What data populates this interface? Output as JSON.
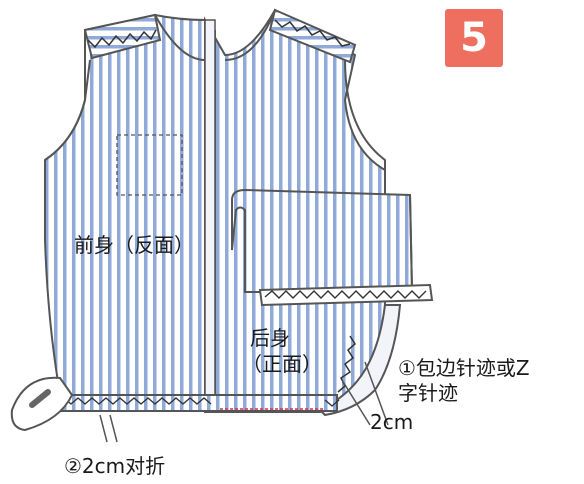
{
  "step": {
    "number": "5",
    "badge_color": "#ee6f60"
  },
  "labels": {
    "front_body": "前身（反面）",
    "back_body_line1": "后身",
    "back_body_line2": "（正面）",
    "stitch_note_line1": "①包边针迹或Z",
    "stitch_note_line2": "字针迹",
    "hem_width": "2cm",
    "hem_fold": "②2cm对折"
  },
  "colors": {
    "stripe": "#8fa9d9",
    "fabric": "#ffffff",
    "outline": "#555555",
    "stitch_line": "#d8324a"
  },
  "icons": [
    "iron-icon"
  ]
}
